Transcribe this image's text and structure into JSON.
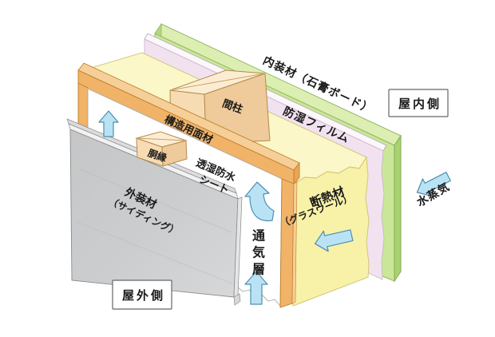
{
  "figure": {
    "description": "Cutaway diagram of an exterior wall assembly showing moisture/ventilation flow",
    "side_labels": {
      "indoor": "屋内側",
      "outdoor": "屋外側"
    },
    "layer_labels": {
      "interior_material": "内装材（石膏ボード）",
      "vapor_barrier_film": "防湿フィルム",
      "stud": "間柱",
      "structural_panel": "構造用面材",
      "furring_strip": "胴縁",
      "waterproof_sheet_line1": "透湿防水",
      "waterproof_sheet_line2": "シート",
      "exterior_material_line1": "外装材",
      "exterior_material_line2": "（サイディング）",
      "insulation_line1": "断熱材",
      "insulation_line2": "（グラスウール）",
      "ventilation_layer_chars": [
        "通",
        "気",
        "層"
      ],
      "water_vapor": "水蒸気"
    },
    "arrows": {
      "ventilation_up_arrow_top": "up-arrow",
      "ventilation_curved_up_arrow": "curved-up-arrow",
      "ventilation_up_arrow_bottom": "up-arrow",
      "insulation_left_arrow": "left-arrow",
      "water_vapor_left_arrow": "left-arrow"
    },
    "colors": {
      "interior_board_green": "#c9e796",
      "interior_board_top": "#ddeeb2",
      "interior_board_edge": "#a9d270",
      "vapor_film_pink": "#f2e2f0",
      "insulation_top_yellow": "#fbf7c9",
      "insulation_cut_yellow": "#f8f1a8",
      "structural_panel_orange": "#f0b368",
      "structural_panel_top_orange": "#f6cf98",
      "wood_front_tan": "#f7dcb3",
      "wood_side_tan": "#efca9a",
      "wood_top_cream": "#fcedd2",
      "sheet_white": "#ffffff",
      "siding_gray": "#c9cbcd",
      "arrow_blue": "#b9e3f4",
      "arrow_outline_blue": "#4d8fae",
      "text_color": "#1a1a1a"
    }
  }
}
